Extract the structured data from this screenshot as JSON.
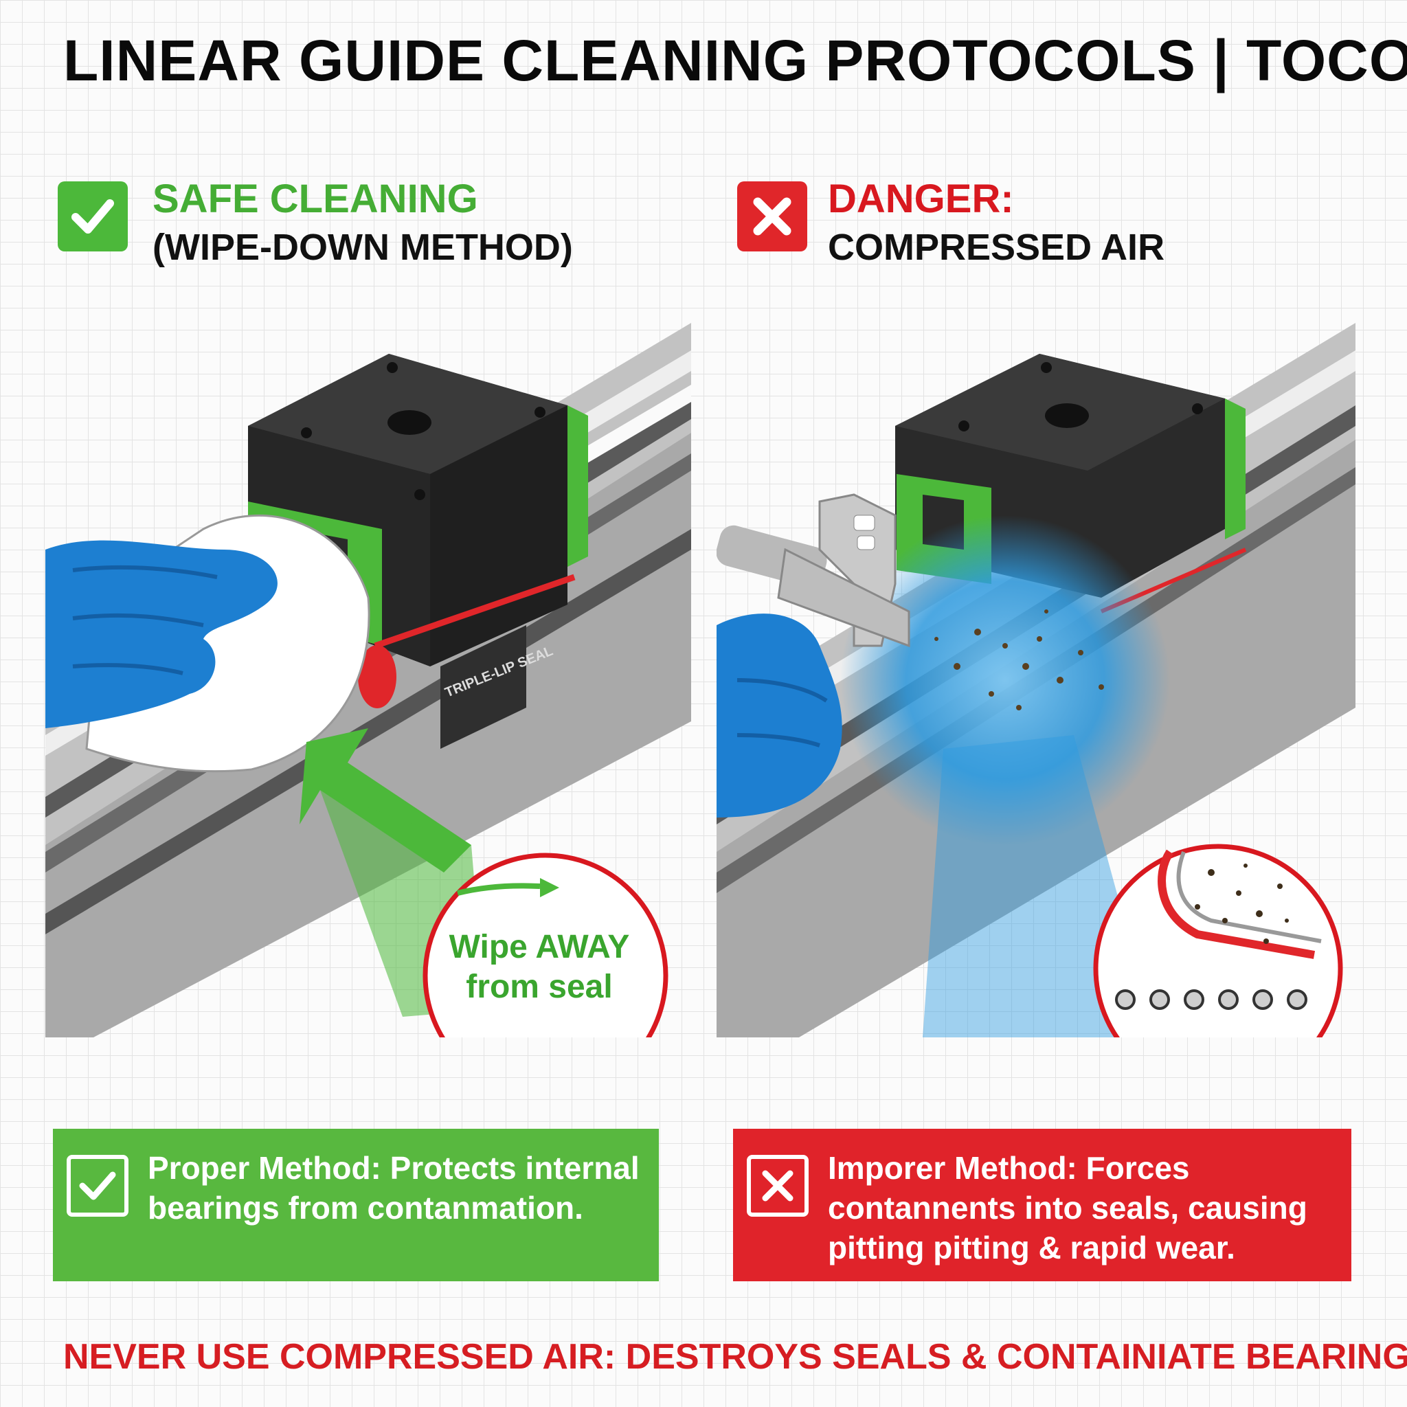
{
  "title": "LINEAR GUIDE CLEANING PROTOCOLS | TOCO",
  "safe": {
    "heading_line1": "SAFE CLEANING",
    "heading_line2": "(WIPE-DOWN METHOD)",
    "seal_label": "TRIPLE-LIP SEAL",
    "callout_line1": "Wipe AWAY",
    "callout_line2": "from seal",
    "summary": "Proper Method: Protects internal bearings from contanmation.",
    "badge_icon": "check-icon",
    "color": "#4cb83a"
  },
  "danger": {
    "heading_line1": "DANGER:",
    "heading_line2": "COMPRESSED AIR",
    "summary": "Imporer Method: Forces contannents into seals, causing pitting pitting & rapid wear.",
    "badge_icon": "x-icon",
    "color": "#e0262a"
  },
  "footer": "NEVER USE COMPRESSED AIR: DESTROYS SEALS & CONTAINIATE BEARINGS"
}
